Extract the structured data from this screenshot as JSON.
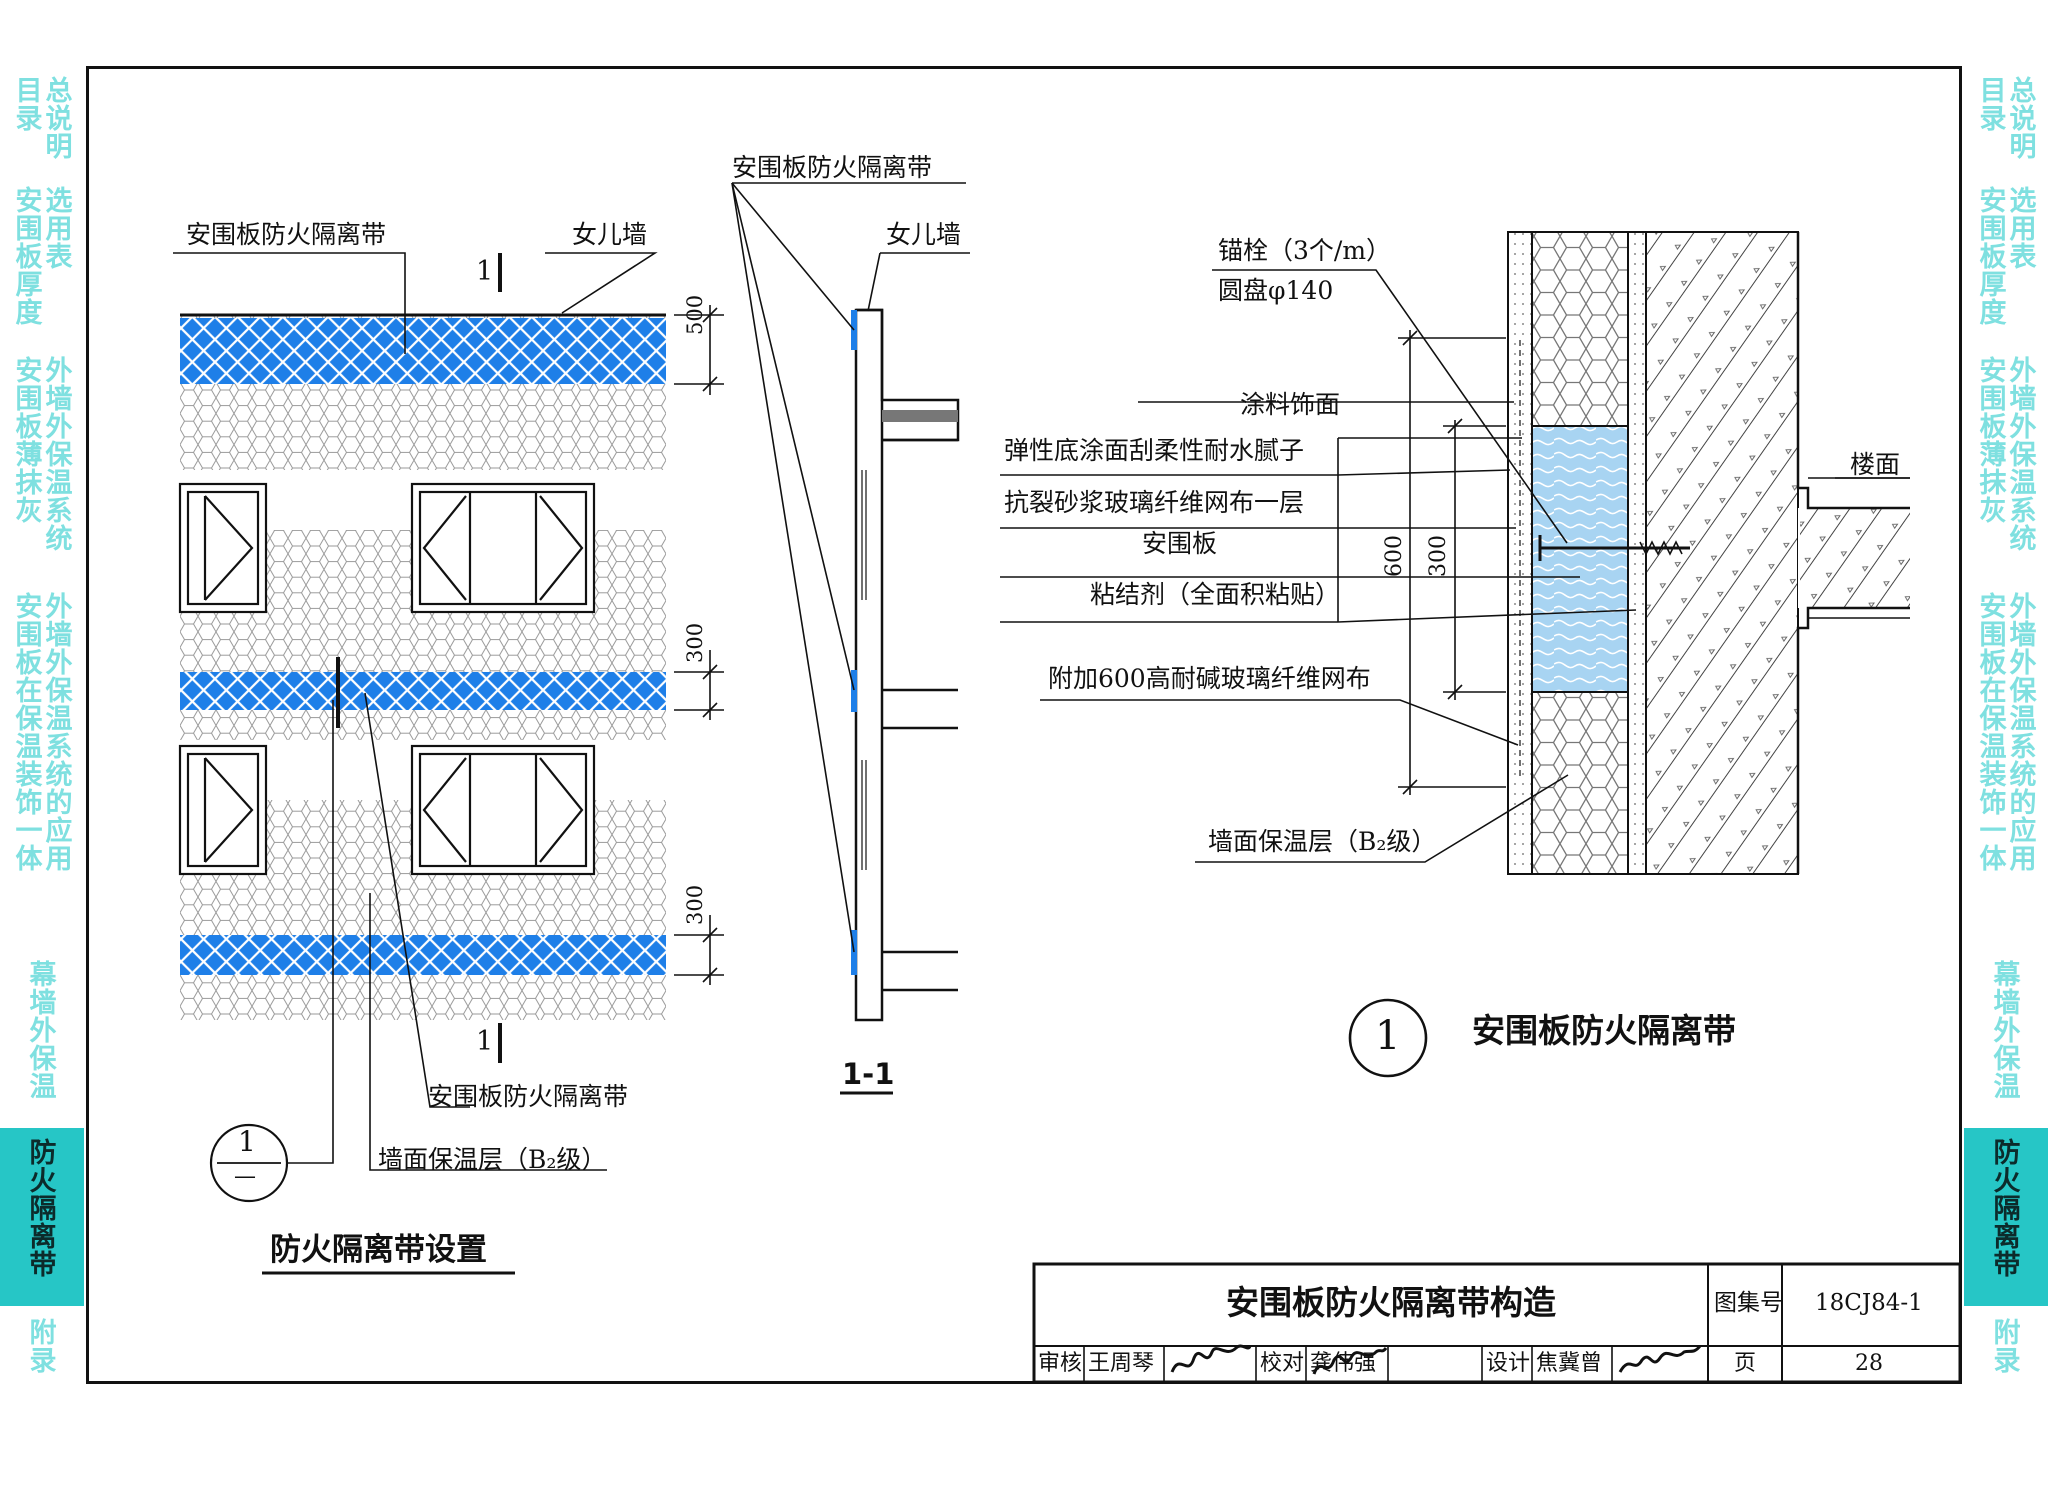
{
  "left_tabs": [
    {
      "col1": "目录",
      "col2": "总说明",
      "active": false
    },
    {
      "col1": "安围板厚度",
      "col2": "选用表",
      "active": false
    },
    {
      "col1": "安围板薄抹灰",
      "col2": "外墙外保温系统",
      "active": false
    },
    {
      "col1": "安围板在保温装饰一体",
      "col2": "外墙外保温系统的应用",
      "active": false
    },
    {
      "col1": "",
      "col2": "幕墙外保温",
      "active": false
    },
    {
      "col1": "",
      "col2": "防火隔离带",
      "active": true
    },
    {
      "col1": "",
      "col2": "附录",
      "active": false
    }
  ],
  "elevation": {
    "label_fire_band_top": "安围板防火隔离带",
    "label_parapet": "女儿墙",
    "section_mark_top": "1",
    "section_mark_bottom": "1",
    "dim_500": "500",
    "dim_300_a": "300",
    "dim_300_b": "300",
    "label_fire_band_bottom": "安围板防火隔离带",
    "label_insulation": "墙面保温层（B₂级）",
    "callout_top": "1",
    "callout_bottom": "—",
    "caption": "防火隔离带设置"
  },
  "section_1_1": {
    "label_fire_band": "安围板防火隔离带",
    "label_parapet": "女儿墙",
    "caption": "1-1"
  },
  "detail": {
    "anchor_line1": "锚栓（3个/m）",
    "anchor_line2": "圆盘φ140",
    "layer_paint": "涂料饰面",
    "layer_putty": "弹性底涂面刮柔性耐水腻子",
    "layer_mesh": "抗裂砂浆玻璃纤维网布一层",
    "layer_board": "安围板",
    "layer_adhesive": "粘结剂（全面积粘贴）",
    "extra_mesh": "附加600高耐碱玻璃纤维网布",
    "insulation": "墙面保温层（B₂级）",
    "floor": "楼面",
    "dim_600": "600",
    "dim_300": "300",
    "detail_number": "1",
    "detail_title": "安围板防火隔离带"
  },
  "title_block": {
    "title": "安围板防火隔离带构造",
    "atlas_label": "图集号",
    "atlas_no": "18CJ84-1",
    "review_label": "审核",
    "reviewer": "王周琴",
    "check_label": "校对",
    "checker": "龚伟强",
    "design_label": "设计",
    "designer": "焦冀曾",
    "page_label": "页",
    "page_no": "28"
  },
  "colors": {
    "tab_accent": "#26c6c6",
    "tab_text_inactive": "#7fe0e0",
    "fire_band_blue": "#1e7fe8",
    "insulation_board_blue": "#a8d4f2",
    "line": "#111111"
  }
}
